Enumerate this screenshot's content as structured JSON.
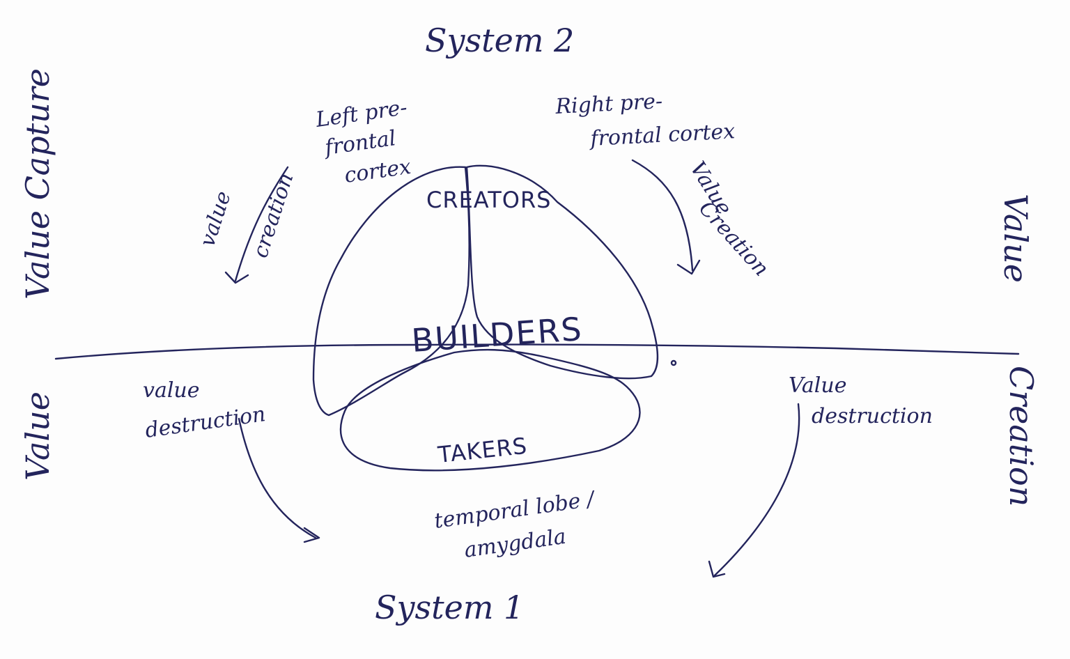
{
  "labels": {
    "top": "System 2",
    "bottom": "System 1",
    "left_upper": "Value Capture",
    "left_lower": "Value",
    "right_upper": "Value",
    "right_lower": "Creation",
    "left_pfc": [
      "Left pre-",
      "frontal",
      "cortex"
    ],
    "right_pfc": [
      "Right pre-",
      "frontal cortex"
    ],
    "arrow_upper_left": [
      "value",
      "creation"
    ],
    "arrow_upper_right": [
      "Value",
      "Creation"
    ],
    "arrow_lower_left": [
      "value",
      "destruction"
    ],
    "arrow_lower_right": [
      "Value",
      "destruction"
    ],
    "temporal": [
      "temporal lobe /",
      "amygdala"
    ]
  },
  "regions": {
    "creators": "CREATORS",
    "builders": "BUILDERS",
    "takers": "TAKERS"
  },
  "colors": {
    "ink": "#23245c",
    "paper": "#fdfdfd"
  }
}
